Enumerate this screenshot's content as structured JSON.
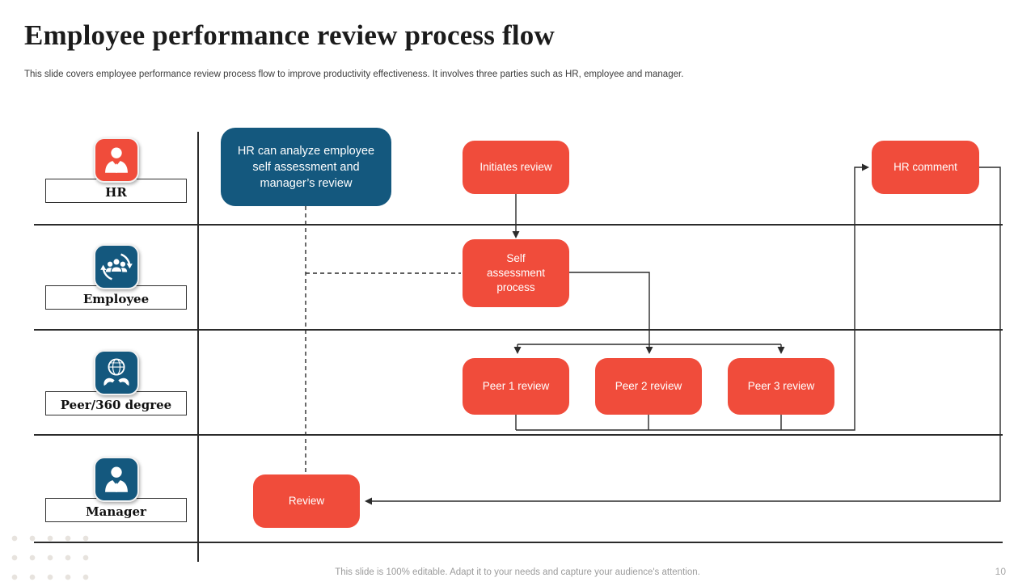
{
  "slide": {
    "title": "Employee performance review process flow",
    "subtitle": "This slide covers employee performance review process flow to improve productivity effectiveness. It involves three parties such as HR, employee and manager.",
    "footer": "This slide is 100% editable. Adapt it to your needs and capture your audience's attention.",
    "page_number": "10"
  },
  "colors": {
    "accent_red": "#F04C3B",
    "accent_blue": "#14587E",
    "connector_line": "#2B2B2B",
    "footer_text": "#9B9B9B"
  },
  "lanes": [
    {
      "label": "HR",
      "icon": "businessman-icon",
      "color": "#F04C3B"
    },
    {
      "label": "Employee",
      "icon": "team-sync-icon",
      "color": "#14587E"
    },
    {
      "label": "Peer/360 degree",
      "icon": "globe-hands-icon",
      "color": "#14587E"
    },
    {
      "label": "Manager",
      "icon": "manager-icon",
      "color": "#14587E"
    }
  ],
  "nodes": {
    "hr_analyze": {
      "label": "HR can analyze employee\nself assessment and\nmanager’s review",
      "color": "#14587E"
    },
    "initiates_review": {
      "label": "Initiates review",
      "color": "#F04C3B"
    },
    "hr_comment": {
      "label": "HR comment",
      "color": "#F04C3B"
    },
    "self_assessment": {
      "label": "Self\nassessment\nprocess",
      "color": "#F04C3B"
    },
    "peer_1_review": {
      "label": "Peer 1 review",
      "color": "#F04C3B"
    },
    "peer_2_review": {
      "label": "Peer 2 review",
      "color": "#F04C3B"
    },
    "peer_3_review": {
      "label": "Peer 3 review",
      "color": "#F04C3B"
    },
    "review": {
      "label": "Review",
      "color": "#F04C3B"
    }
  }
}
